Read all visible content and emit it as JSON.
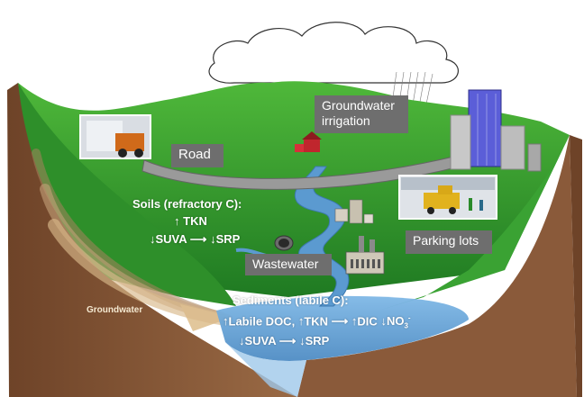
{
  "labels": {
    "groundwater_irrigation_line1": "Groundwater",
    "groundwater_irrigation_line2": "irrigation",
    "road": "Road",
    "parking_lots": "Parking lots",
    "wastewater": "Wastewater",
    "groundwater": "Groundwater"
  },
  "soils": {
    "title": "Soils (refractory C):",
    "line1_arrow": "↑",
    "line1_text": "TKN",
    "line2_arrow1": "↓",
    "line2_text1": "SUVA",
    "line2_flow": "⟶",
    "line2_arrow2": "↓",
    "line2_text2": "SRP"
  },
  "sediments": {
    "title": "Sediments (labile C):",
    "line1_a1": "↑",
    "line1_t1": "Labile DOC,",
    "line1_a2": "↑",
    "line1_t2": "TKN",
    "line1_flow": "⟶",
    "line1_a3": "↑",
    "line1_t3": "DIC",
    "line1_a4": "↓",
    "line1_t4": "NO",
    "line1_t4_sub": "3",
    "line1_t4_sup": "-",
    "line2_a1": "↓",
    "line2_t1": "SUVA",
    "line2_flow": "⟶",
    "line2_a2": "↓",
    "line2_t2": "SRP"
  },
  "colors": {
    "land_green": "#2f9a2c",
    "soil_brown": "#8a5a3a",
    "water_blue": "#6aa6d8",
    "label_gray": "#6e6e6e",
    "road_gray": "#9a9a9a"
  }
}
